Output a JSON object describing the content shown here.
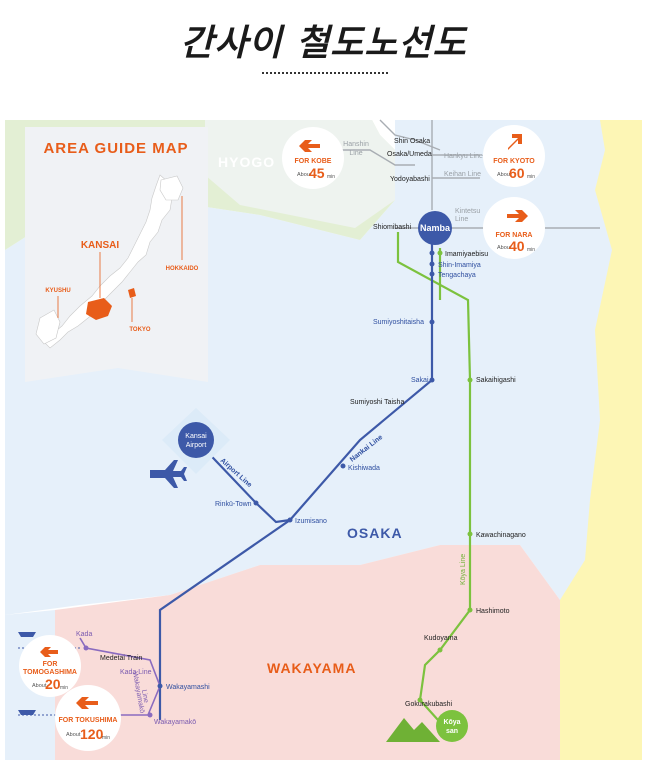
{
  "title": "간사이 철도노선도",
  "guide": {
    "heading": "AREA GUIDE MAP",
    "labels": {
      "kansai": "KANSAI",
      "kyushu": "KYUSHU",
      "hokkaido": "HOKKAIDO",
      "tokyo": "TOKYO"
    }
  },
  "regions": {
    "hyogo": "HYOGO",
    "osaka": "OSAKA",
    "wakayama": "WAKAYAMA"
  },
  "hubs": {
    "namba": "Namba",
    "kansai_airport_1": "Kansai",
    "kansai_airport_2": "Airport",
    "koya_1": "Kōya",
    "koya_2": "san"
  },
  "destinations": {
    "kobe": {
      "label": "FOR KOBE",
      "about": "About",
      "minutes": "45",
      "unit": "min"
    },
    "kyoto": {
      "label": "FOR KYOTO",
      "about": "About",
      "minutes": "60",
      "unit": "min"
    },
    "nara": {
      "label": "FOR NARA",
      "about": "About",
      "minutes": "40",
      "unit": "min"
    },
    "tomogashima": {
      "label1": "FOR",
      "label2": "TOMOGASHIMA",
      "about": "About",
      "minutes": "20",
      "unit": "min"
    },
    "tokushima": {
      "label": "FOR TOKUSHIMA",
      "about": "About",
      "minutes": "120",
      "unit": "min"
    }
  },
  "lines": {
    "hanshin_1": "Hanshin",
    "hanshin_2": "Line",
    "hankyu": "Hankyu Line",
    "keihan": "Keihan Line",
    "kintetsu_1": "Kintetsu",
    "kintetsu_2": "Line",
    "nankai": "Nankai Line",
    "airport": "Airport Line",
    "koya": "Kōya Line",
    "kada": "Kada Line",
    "wakayamako_1": "Wakayamakō",
    "wakayamako_2": "Line",
    "medetai": "Medetai Train"
  },
  "stations": {
    "shin_osaka": "Shin Osaka",
    "osaka_umeda": "Osaka/Umeda",
    "yodoyabashi": "Yodoyabashi",
    "shiomibashi": "Shiomibashi",
    "imamiyaebisu": "Imamiyaebisu",
    "shin_imamiya": "Shin-Imamiya",
    "tengachaya": "Tengachaya",
    "sumiyoshitaisha": "Sumiyoshitaisha",
    "sakai": "Sakai",
    "sakaihigashi": "Sakaihigashi",
    "sumiyoshi_taisha": "Sumiyoshi Taisha",
    "kishiwada": "Kishiwada",
    "rinku_town": "Rinkū-Town",
    "izumisano": "Izumisano",
    "kawachinagano": "Kawachinagano",
    "hashimoto": "Hashimoto",
    "kudoyama": "Kudoyama",
    "gokurakubashi": "Gokurakubashi",
    "kada": "Kada",
    "wakayamashi": "Wakayamashi",
    "wakayamako": "Wakayamakō"
  },
  "colors": {
    "nankai": "#3d59a8",
    "koya": "#7cc23e",
    "purple": "#8a6bbf",
    "accent": "#e85d1a",
    "osaka_area": "#e6f0fa",
    "hyogo_area": "#e3efd4",
    "wakayama_area": "#f9dcd9",
    "nara_area": "#fdf6b5"
  }
}
